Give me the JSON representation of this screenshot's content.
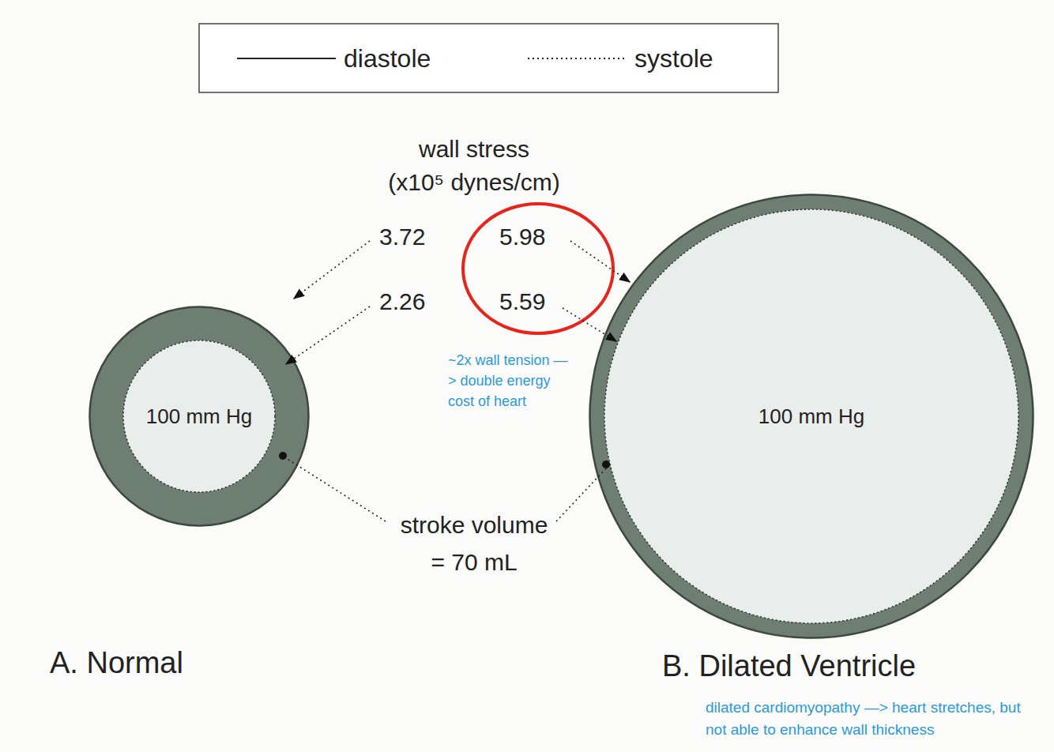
{
  "diagram": {
    "nodes": [
      {
        "text": [
          "100 mm Hg"
        ]
      },
      {
        "text": [
          "100 mm Hg"
        ]
      }
    ],
    "labels": [
      "wall stress",
      "(x10⁵ dynes/cm)",
      "3.72",
      "5.98",
      "2.26",
      "5.59",
      "~2x wall tension —> double energy cost of heart",
      "stroke volume",
      "= 70 mL",
      "A. Normal",
      "B. Dilated Ventricle",
      "dilated cardiomyopathy —> heart stretches, but not able to enhance wall thickness"
    ],
    "legend": [
      {
        "text": "diastole"
      },
      {
        "text": "systole"
      }
    ]
  }
}
